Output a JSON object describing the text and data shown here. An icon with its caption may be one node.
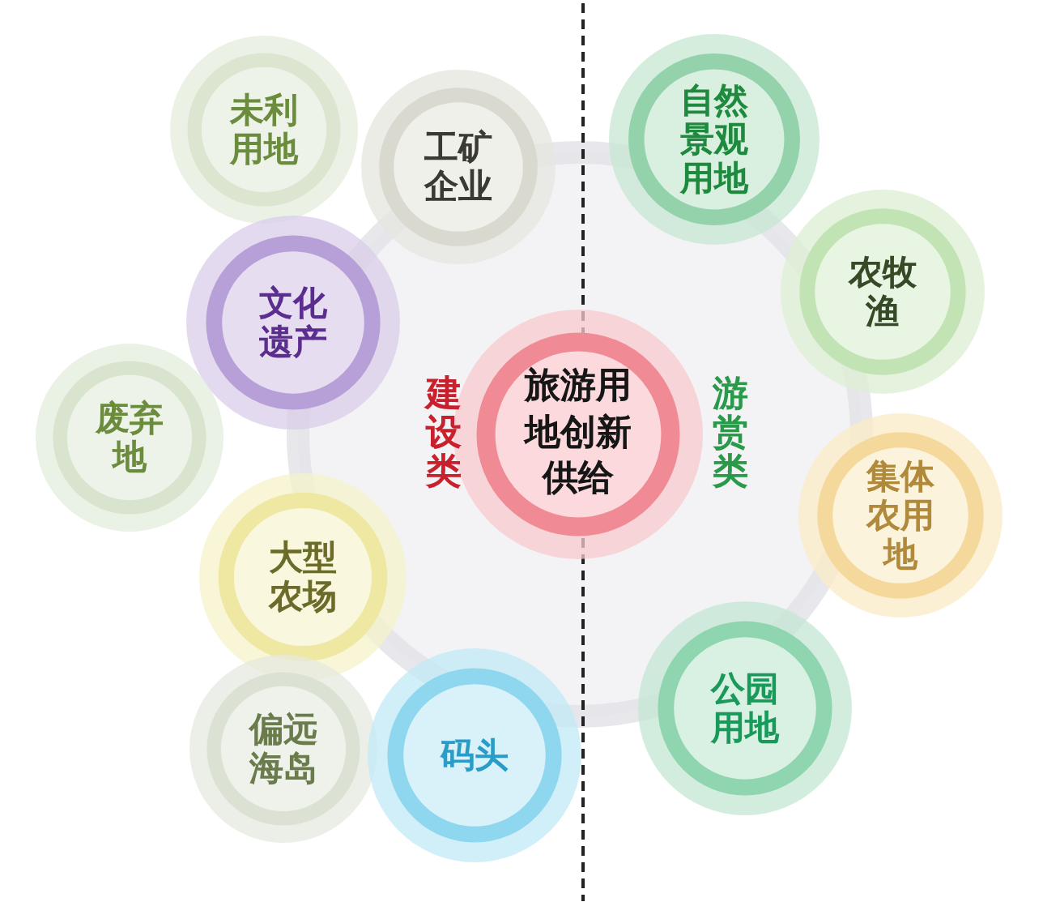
{
  "diagram": {
    "nodes": [
      {
        "text": [
          "未利用地"
        ]
      },
      {
        "text": [
          "工矿企业"
        ]
      },
      {
        "text": [
          "自然景观用地"
        ]
      },
      {
        "text": [
          "农牧渔"
        ]
      },
      {
        "text": [
          "文化遗产"
        ]
      },
      {
        "text": [
          "废弃地"
        ]
      },
      {
        "text": [
          "旅游用地创新供给"
        ]
      },
      {
        "text": [
          "集体农用地"
        ]
      },
      {
        "text": [
          "大型农场"
        ]
      },
      {
        "text": [
          "公园用地"
        ]
      },
      {
        "text": [
          "偏远海岛"
        ]
      },
      {
        "text": [
          "码头"
        ]
      }
    ],
    "labels": [
      "建设类",
      "游赏类"
    ]
  }
}
